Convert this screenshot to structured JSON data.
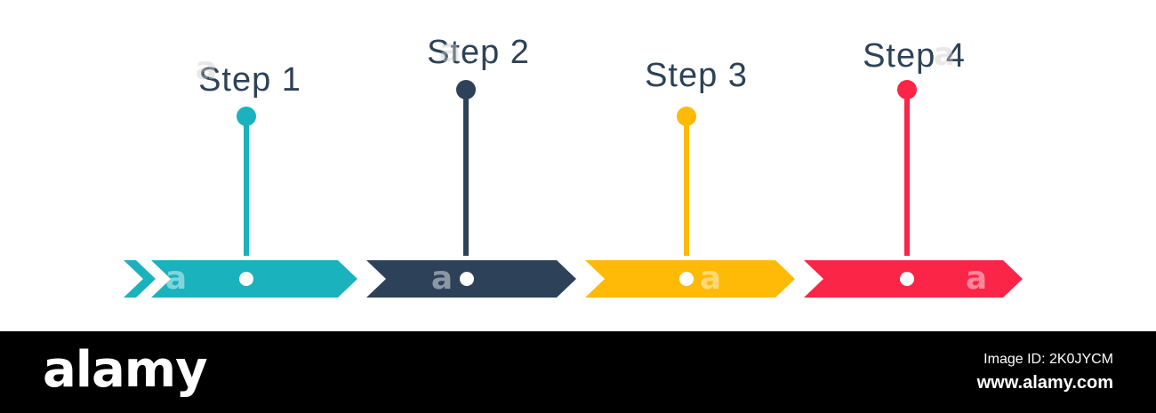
{
  "steps": [
    {
      "label": "Step 1",
      "color": "#19b2bd"
    },
    {
      "label": "Step 2",
      "color": "#2d4259"
    },
    {
      "label": "Step 3",
      "color": "#ffba08"
    },
    {
      "label": "Step 4",
      "color": "#fb2547"
    }
  ],
  "timeline": {
    "label_color": "#2d4257",
    "dot_color": "#ffffff",
    "background": "#ffffff"
  },
  "watermark": {
    "glyph": "a"
  },
  "footer": {
    "background": "#000000",
    "text_color": "#ffffff",
    "logo_text": "alamy",
    "image_id": "Image ID: 2K0JYCM",
    "website": "www.alamy.com"
  }
}
